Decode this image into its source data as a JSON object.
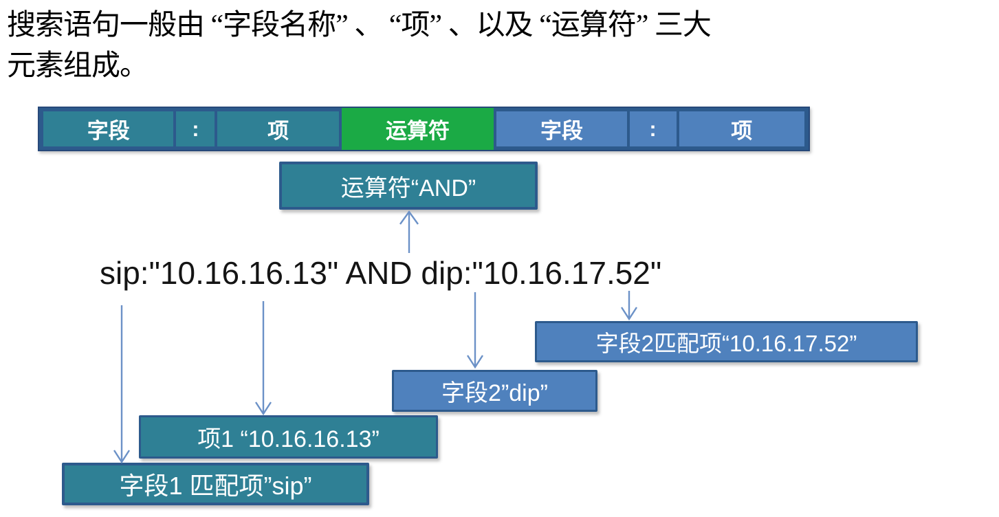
{
  "title": {
    "line1": "搜索语句一般由 “字段名称” 、 “项” 、以及 “运算符” 三大",
    "line2": "元素组成。"
  },
  "syntax_bar": {
    "segments": [
      {
        "label": "字段",
        "color": "#2F8095"
      },
      {
        "label": ":",
        "color": "#2F8095"
      },
      {
        "label": "项",
        "color": "#2F8095"
      },
      {
        "label": "运算符",
        "color": "#1BAA45"
      },
      {
        "label": "字段",
        "color": "#4F81BD"
      },
      {
        "label": ":",
        "color": "#4F81BD"
      },
      {
        "label": "项",
        "color": "#4F81BD"
      }
    ]
  },
  "operator_box": {
    "label": "运算符“AND”"
  },
  "query": {
    "text": "sip:\"10.16.16.13\" AND dip:\"10.16.17.52\""
  },
  "annotations": {
    "field2_match": "字段2匹配项“10.16.17.52”",
    "field2": "字段2”dip”",
    "term1": "项1 “10.16.16.13”",
    "field1_match": "字段1 匹配项”sip”"
  },
  "colors": {
    "teal_fill": "#2F8095",
    "green_fill": "#1BAA45",
    "blue_fill": "#4F81BD",
    "frame_border": "#2D5A8C",
    "arrow": "#6B91C7",
    "text_on_boxes": "#FFFFFF",
    "body_text": "#000000"
  }
}
